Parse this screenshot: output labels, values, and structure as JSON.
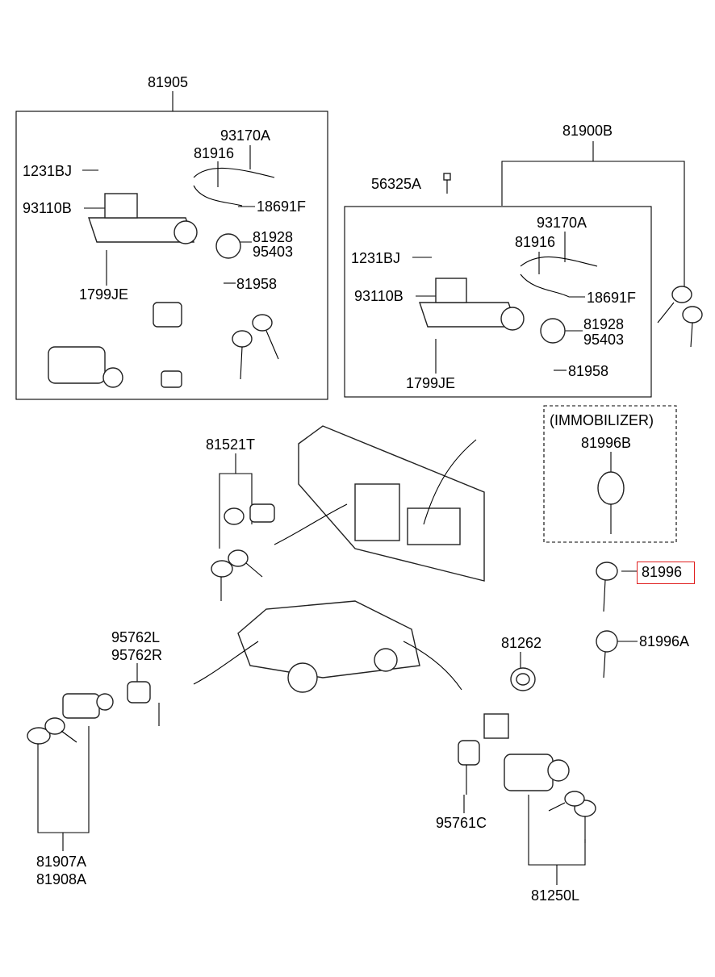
{
  "colors": {
    "highlight": "#e02020",
    "line": "#000000"
  },
  "assemblies": {
    "left_box": {
      "title": "81905",
      "labels": [
        "93170A",
        "81916",
        "1231BJ",
        "93110B",
        "18691F",
        "81928",
        "95403",
        "81958",
        "1799JE"
      ]
    },
    "right_box": {
      "title": "81900B",
      "outside": "56325A",
      "labels": [
        "93170A",
        "81916",
        "1231BJ",
        "93110B",
        "18691F",
        "81928",
        "95403",
        "81958",
        "1799JE"
      ]
    },
    "immobilizer": {
      "heading": "(IMMOBILIZER)",
      "part": "81996B"
    },
    "highlighted_part": "81996",
    "key_blank": "81996A",
    "grommet": "81262",
    "glove_box_lock": "81521T",
    "door_lock_actuator": {
      "left": "95762L",
      "right": "95762R"
    },
    "door_lock": {
      "left": "81907A",
      "right": "81908A"
    },
    "trunk_actuator": "95761C",
    "trunk_lock": "81250L"
  }
}
